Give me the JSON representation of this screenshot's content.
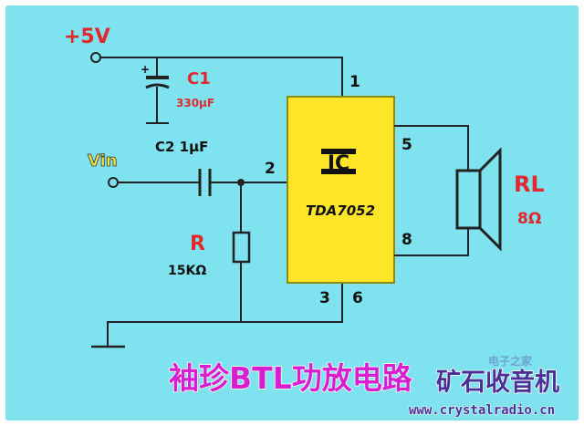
{
  "colors": {
    "background": "#7fe3ef",
    "ic_fill": "#ffe528",
    "label_red": "#e0282e",
    "title_magenta": "#d81fd0",
    "watermark_purple": "#4a2f97"
  },
  "supply": {
    "label": "+5V"
  },
  "input": {
    "label": "Vin"
  },
  "c1": {
    "name": "C1",
    "value": "330μF"
  },
  "c2": {
    "label": "C2 1μF"
  },
  "resistor": {
    "name": "R",
    "value": "15KΩ"
  },
  "ic": {
    "logo": "IC",
    "part": "TDA7052"
  },
  "pins": {
    "p1": "1",
    "p2": "2",
    "p3": "3",
    "p5": "5",
    "p6": "6",
    "p8": "8"
  },
  "load": {
    "name": "RL",
    "value": "8Ω"
  },
  "title": "袖珍BTL功放电路",
  "watermark": {
    "brand": "矿石收音机",
    "small": "电子之家",
    "url": "www.crystalradio.cn"
  }
}
